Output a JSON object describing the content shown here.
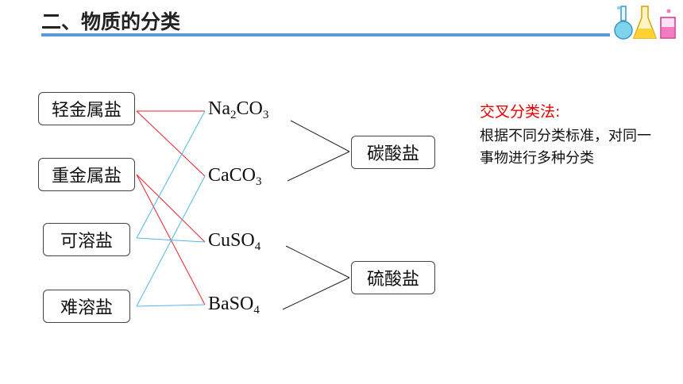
{
  "title": "二、物质的分类",
  "left_boxes": [
    "轻金属盐",
    "重金属盐",
    "可溶盐",
    "难溶盐"
  ],
  "compounds": [
    {
      "parts": [
        "Na",
        "2",
        "CO",
        "3"
      ]
    },
    {
      "parts": [
        "CaCO",
        "3"
      ]
    },
    {
      "parts": [
        "CuSO",
        "4"
      ]
    },
    {
      "parts": [
        "BaSO",
        "4"
      ]
    }
  ],
  "right_boxes": [
    "碳酸盐",
    "硫酸盐"
  ],
  "note": {
    "heading": "交叉分类法:",
    "body": "根据不同分类标准，对同一事物进行多种分类"
  },
  "colors": {
    "title_rule": "#5b9bd5",
    "red_link": "#e8202a",
    "blue_link": "#4eb8e6",
    "black_link": "#222222",
    "note_heading": "#e60000"
  },
  "icons": [
    "flask-round-icon",
    "flask-conical-icon",
    "beaker-icon"
  ]
}
